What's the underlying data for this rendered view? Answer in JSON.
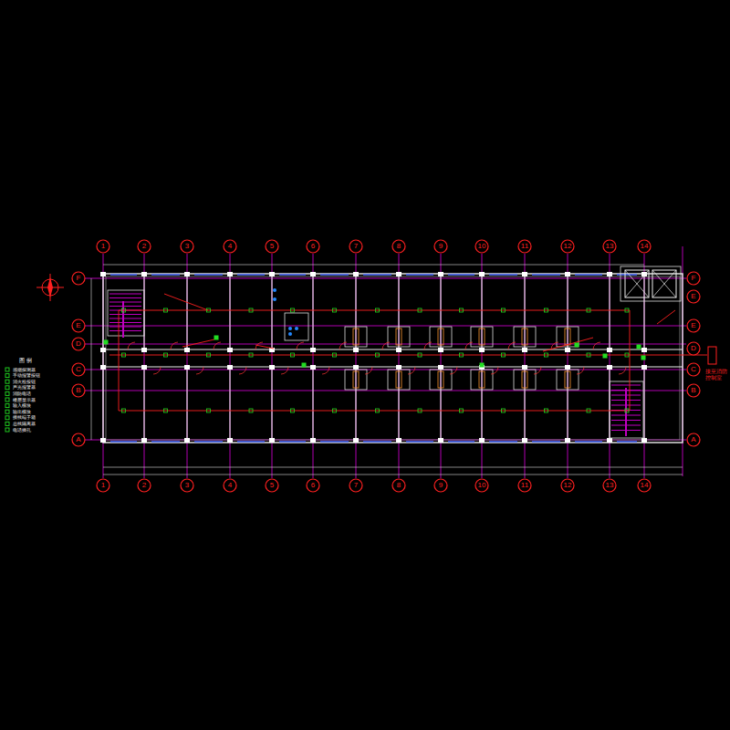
{
  "diagram": {
    "labels": [
      "1",
      "2",
      "3",
      "4",
      "5",
      "6",
      "7",
      "8",
      "9",
      "10",
      "11",
      "12",
      "13",
      "14",
      "1",
      "2",
      "3",
      "4",
      "5",
      "6",
      "7",
      "8",
      "9",
      "10",
      "11",
      "12",
      "13",
      "14",
      "F",
      "E",
      "D",
      "C",
      "B",
      "A",
      "F",
      "E",
      "E",
      "D",
      "C",
      "B",
      "A",
      "图 例",
      "接至消防控制室"
    ],
    "legend": [
      {
        "text": "感烟探测器"
      },
      {
        "text": "手动报警按钮"
      },
      {
        "text": "消火栓按钮"
      },
      {
        "text": "声光报警器"
      },
      {
        "text": "消防电话"
      },
      {
        "text": "楼层显示器"
      },
      {
        "text": "输入模块"
      },
      {
        "text": "输出模块"
      },
      {
        "text": "接线端子箱"
      },
      {
        "text": "总线隔离器"
      },
      {
        "text": "电话插孔"
      }
    ]
  }
}
